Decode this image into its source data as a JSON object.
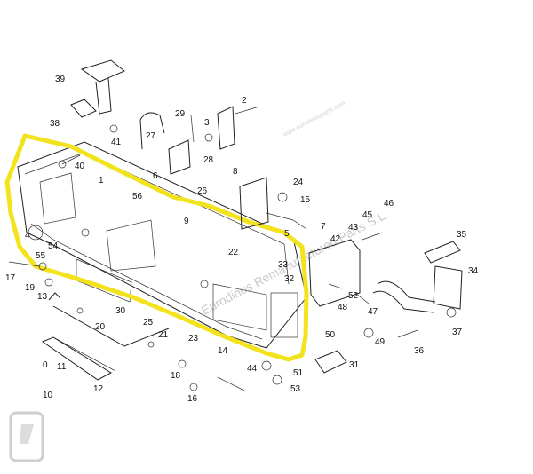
{
  "diagram": {
    "highlight_color": "#f3e31e",
    "line_color": "#222222",
    "watermark_text": "Eurodinos Remanufactured Parts S.L.",
    "watermark_url": "www.eurodinosparts.com",
    "callouts": [
      "39",
      "38",
      "41",
      "40",
      "1",
      "2",
      "3",
      "29",
      "27",
      "28",
      "6",
      "56",
      "26",
      "9",
      "8",
      "24",
      "15",
      "7",
      "5",
      "22",
      "33",
      "32",
      "4",
      "54",
      "55",
      "17",
      "19",
      "13",
      "30",
      "20",
      "25",
      "21",
      "23",
      "14",
      "12",
      "11",
      "10",
      "0",
      "18",
      "16",
      "44",
      "51",
      "53",
      "52",
      "48",
      "47",
      "50",
      "49",
      "31",
      "42",
      "43",
      "45",
      "46",
      "36",
      "37",
      "34",
      "35"
    ]
  }
}
